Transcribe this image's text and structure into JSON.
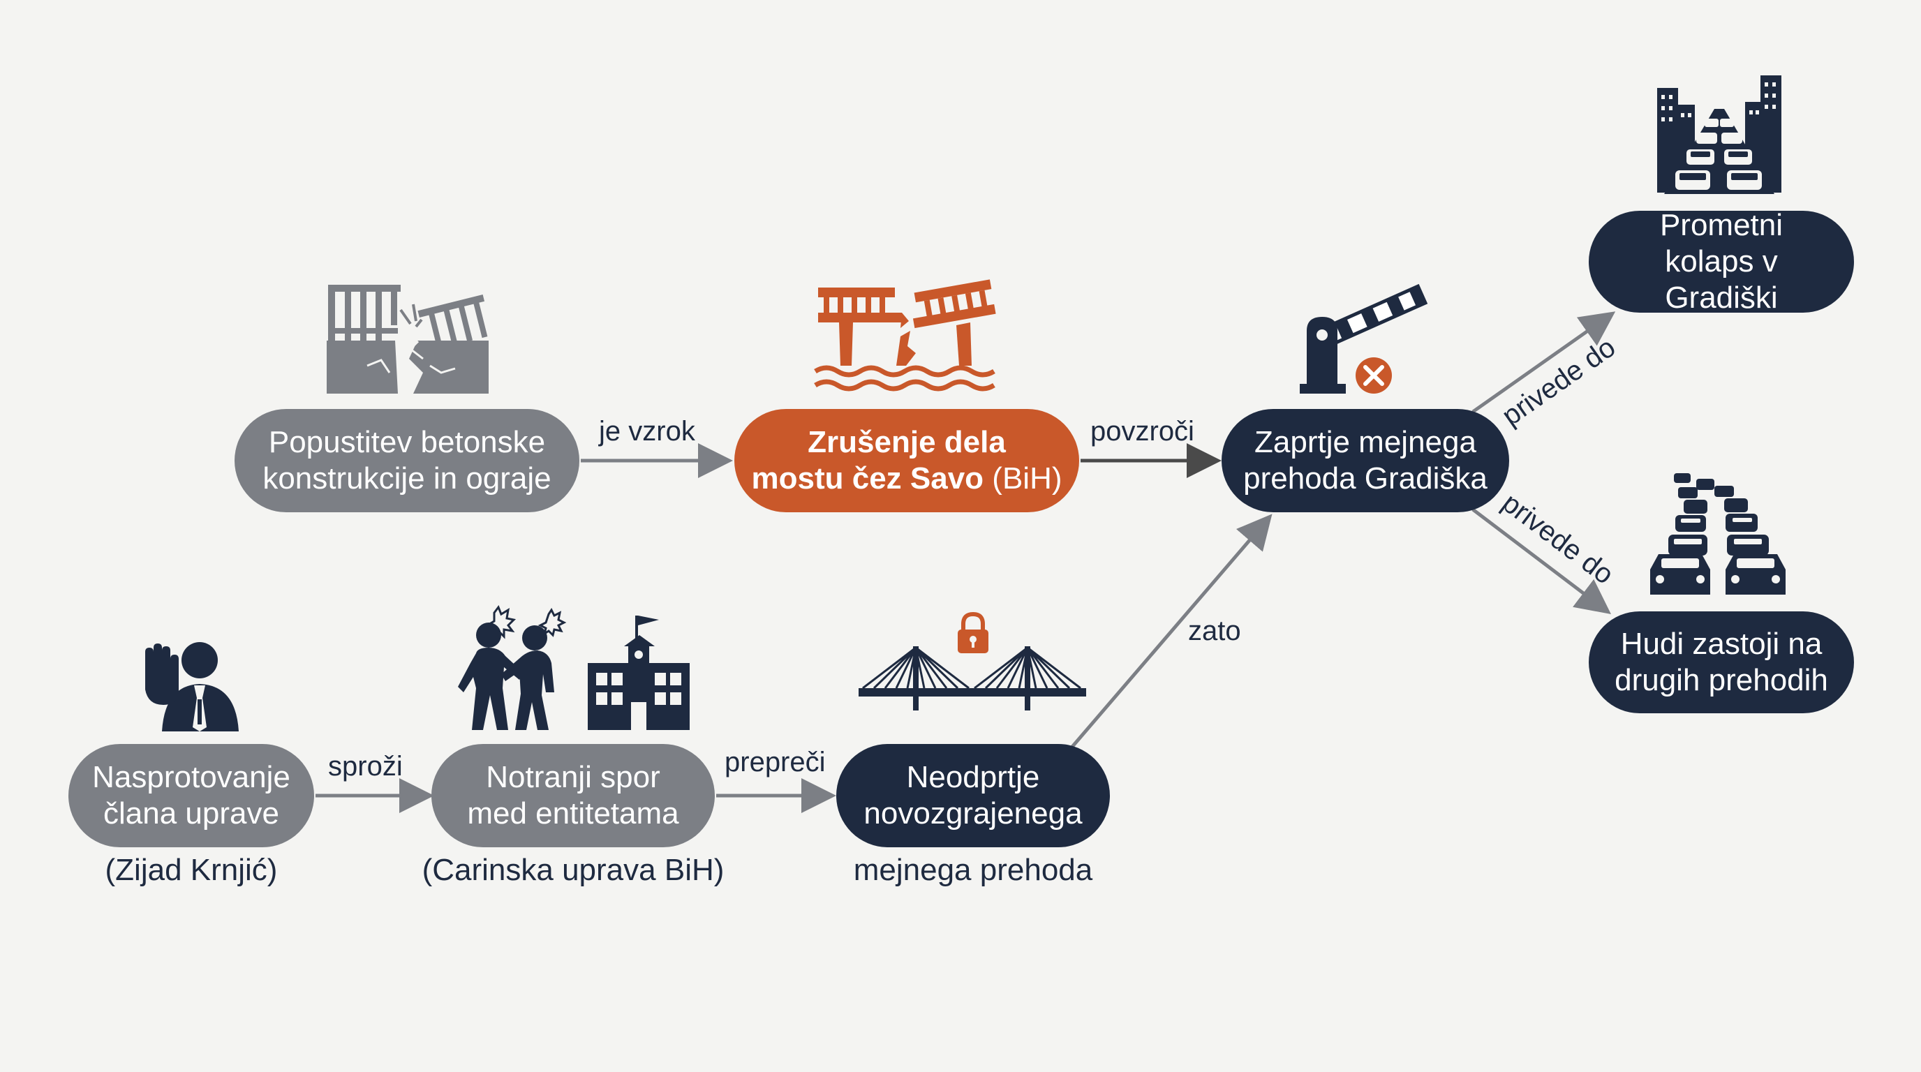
{
  "nodes": {
    "popustitev": "Popustitev betonske\nkonstrukcije in ograje",
    "zrusenje_bold": "Zrušenje dela\nmostu čez Savo",
    "zrusenje_suffix": " (BiH)",
    "zaprtje": "Zaprtje mejnega\nprehoda Gradiška",
    "prometni": "Prometni\nkolaps v Gradiški",
    "hudi": "Hudi zastoji na\ndrugih prehodih",
    "nasprotovanje": "Nasprotovanje\nčlana uprave",
    "nasprotovanje_sub": "(Zijad Krnjić)",
    "notranji": "Notranji spor\nmed entitetama",
    "notranji_sub": "(Carinska uprava BiH)",
    "neodprtje": "Neodprtje\nnovozgrajenega",
    "neodprtje_sub": "mejnega prehoda"
  },
  "edges": {
    "je_vzrok": "je vzrok",
    "povzroci": "povzroči",
    "privede_do_1": "privede do",
    "privede_do_2": "privede do",
    "sprozi": "sproži",
    "prepreci": "prepreči",
    "zato": "zato"
  },
  "colors": {
    "gray": "#7c7f85",
    "navy": "#1e2a40",
    "orange": "#c9582a",
    "arrow": "#7c7f85"
  },
  "icons": {
    "popustitev": "cracked-bridge-railing-icon",
    "zrusenje": "collapsed-bridge-icon",
    "zaprtje": "closed-barrier-icon",
    "prometni": "city-traffic-jam-icon",
    "hudi": "car-queue-icon",
    "nasprotovanje": "stop-hand-person-icon",
    "notranji": "dispute-building-icon",
    "neodprtje": "locked-bridge-icon"
  }
}
